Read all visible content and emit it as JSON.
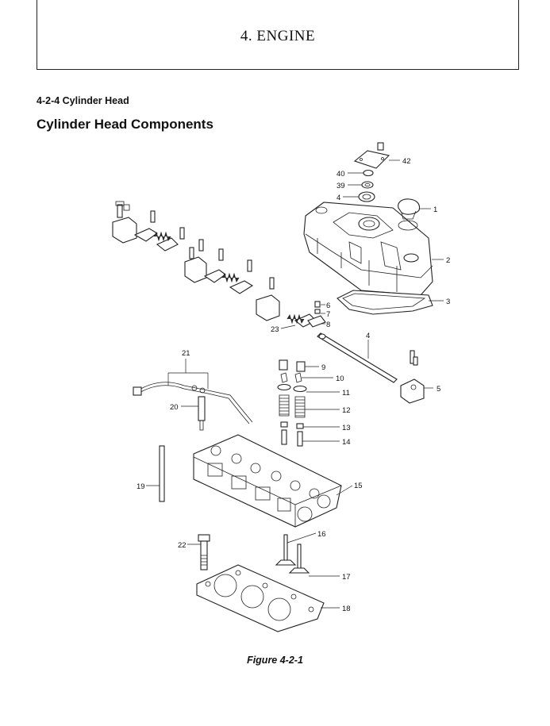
{
  "header": {
    "title": "4. ENGINE"
  },
  "section": {
    "number_title": "4-2-4  Cylinder Head",
    "heading": "Cylinder Head Components"
  },
  "figure": {
    "caption": "Figure 4-2-1",
    "callouts": [
      "1",
      "2",
      "3",
      "4",
      "4",
      "5",
      "6",
      "7",
      "8",
      "9",
      "10",
      "11",
      "12",
      "13",
      "14",
      "15",
      "16",
      "17",
      "18",
      "19",
      "20",
      "21",
      "22",
      "23",
      "39",
      "40",
      "42"
    ]
  }
}
